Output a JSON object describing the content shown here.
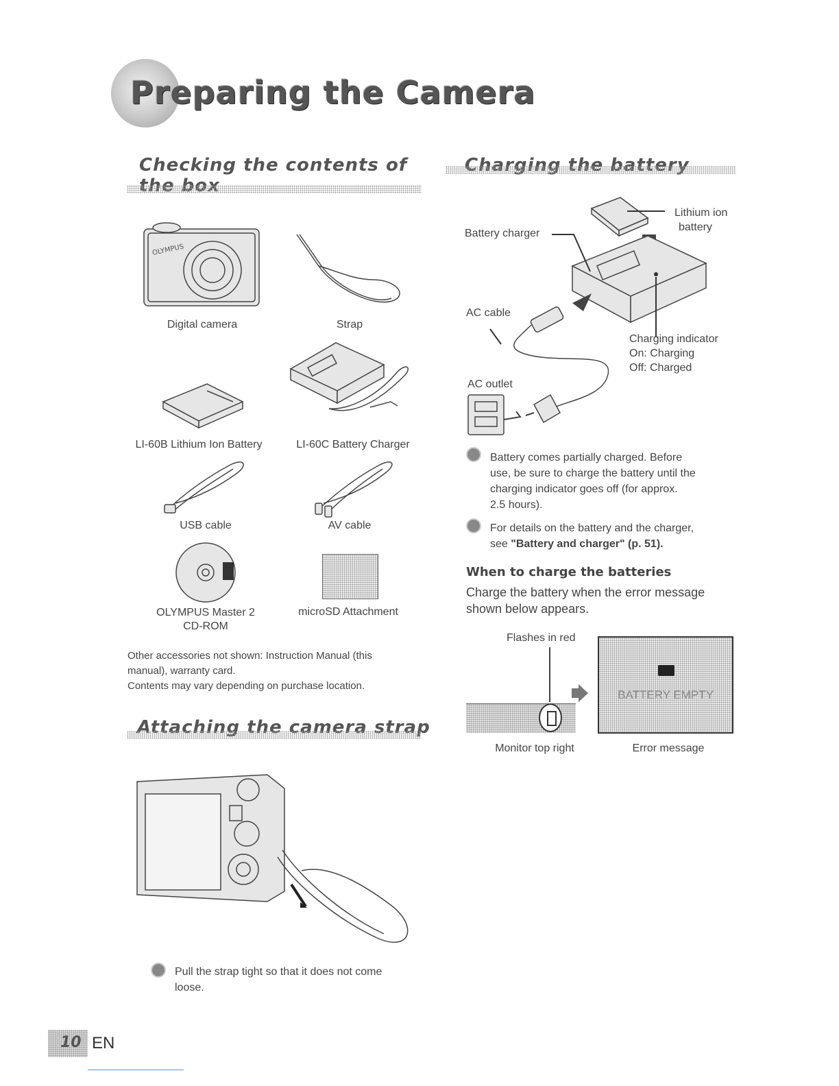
{
  "page_title": "Preparing the Camera",
  "sections": {
    "box": {
      "heading": "Checking the contents of the box",
      "items": {
        "camera": "Digital camera",
        "strap": "Strap",
        "battery": "LI-60B Lithium Ion Battery",
        "charger": "LI-60C Battery Charger",
        "usb": "USB cable",
        "av": "AV cable",
        "cdrom_line1": "OLYMPUS Master 2",
        "cdrom_line2": "CD-ROM",
        "microsd": "microSD Attachment"
      },
      "note_line1": "Other accessories not shown: Instruction Manual (this",
      "note_line2": "manual), warranty card.",
      "note_line3": "Contents may vary depending on purchase location."
    },
    "strap": {
      "heading": "Attaching the camera strap",
      "tip_line1": "Pull the strap tight so that it does not come",
      "tip_line2": "loose."
    },
    "charging": {
      "heading": "Charging the battery",
      "labels": {
        "lithium_line1": "Lithium ion",
        "lithium_line2": "battery",
        "charger": "Battery charger",
        "ac_cable": "AC cable",
        "indicator_line1": "Charging indicator",
        "indicator_line2": "On: Charging",
        "indicator_line3": "Off: Charged",
        "ac_outlet": "AC outlet"
      },
      "tip1_line1": "Battery comes partially charged. Before",
      "tip1_line2": "use, be sure to charge the battery until the",
      "tip1_line3": "charging indicator goes off (for approx.",
      "tip1_line4": "2.5 hours).",
      "tip2_line1": "For details on the battery and the charger,",
      "tip2_prefix": "see ",
      "tip2_ref": "\"Battery and charger\" (p. 51)",
      "tip2_suffix": "."
    },
    "when": {
      "heading": "When to charge the batteries",
      "body_line1": "Charge the battery when the error message",
      "body_line2": "shown below appears.",
      "flashes": "Flashes in red",
      "battery_empty": "BATTERY EMPTY",
      "caption_left": "Monitor top right",
      "caption_right": "Error message"
    }
  },
  "footer": {
    "page_number": "10",
    "lang": "EN"
  }
}
